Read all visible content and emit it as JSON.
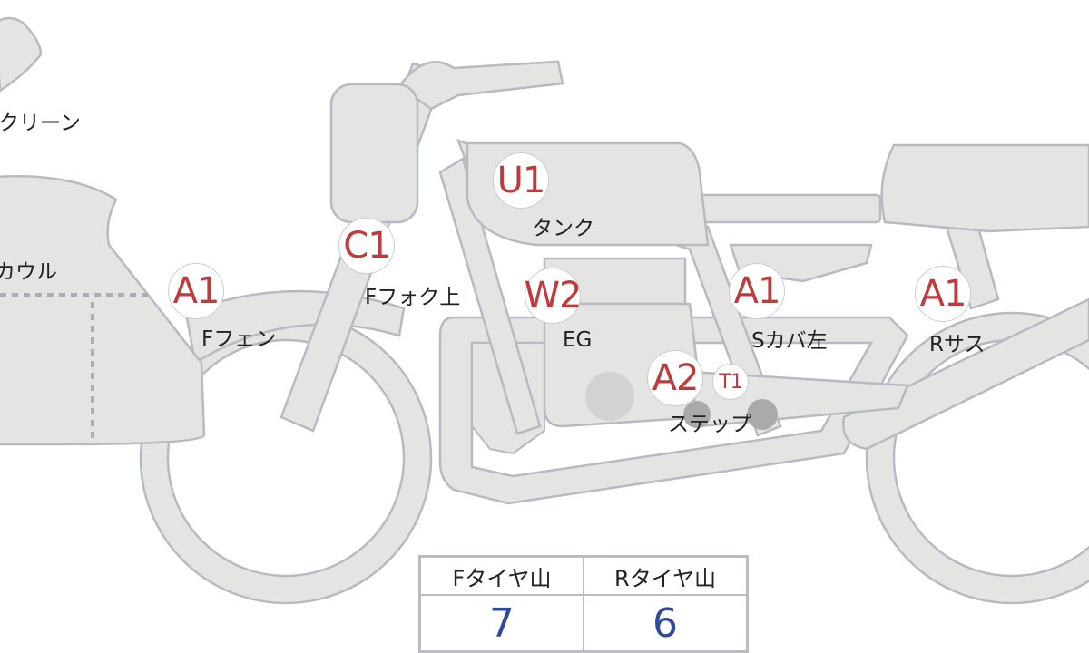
{
  "parts": {
    "screen": "クリーン",
    "cowl": "カウル",
    "front_fender": "Fフェン",
    "front_fork": "Fフォク上",
    "tank": "タンク",
    "engine": "EG",
    "step": "ステップ",
    "side_cover_left": "Sカバ左",
    "rear_suspension": "Rサス"
  },
  "codes": {
    "front_fender": "A1",
    "front_fork": "C1",
    "tank": "U1",
    "engine": "W2",
    "step": "A2",
    "step_extra": "T1",
    "side_cover_left": "A1",
    "rear_suspension": "A1"
  },
  "tires": {
    "front_label": "Fタイヤ山",
    "rear_label": "Rタイヤ山",
    "front_value": "7",
    "rear_value": "6"
  },
  "colors": {
    "code_red": "#c0393b",
    "value_blue": "#2d4b9c",
    "part_fill": "#e4e4e3"
  }
}
